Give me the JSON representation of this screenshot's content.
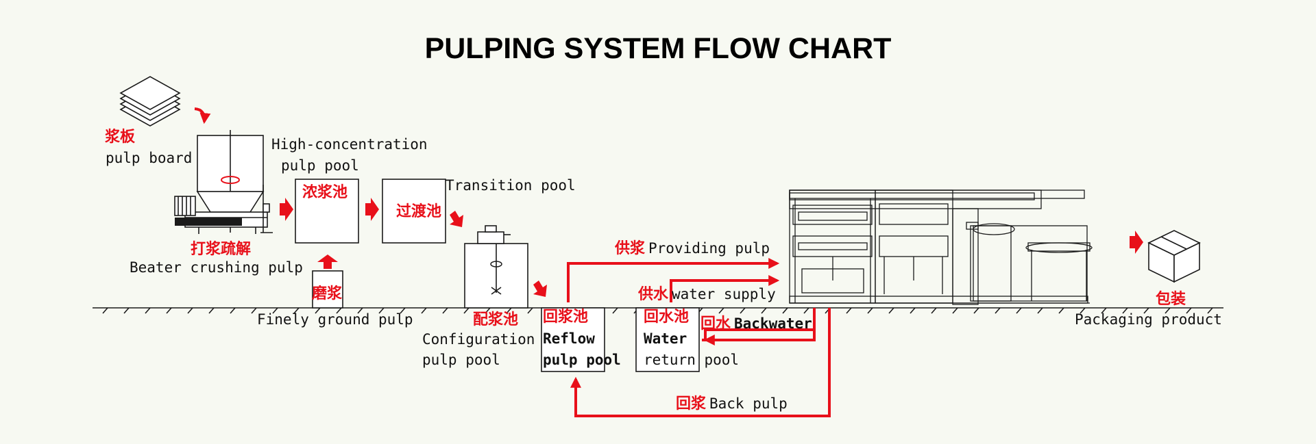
{
  "title": "PULPING SYSTEM FLOW CHART",
  "labels": {
    "pulp_board_cn": "浆板",
    "pulp_board_en": "pulp board",
    "beater_cn": "打浆疏解",
    "beater_en": "Beater crushing pulp",
    "hc_pool_cn": "浓浆池",
    "hc_pool_en1": "High-concentration",
    "hc_pool_en2": "pulp pool",
    "transition_cn": "过渡池",
    "transition_en": "Transition pool",
    "grind_cn": "磨浆",
    "grind_en": "Finely ground pulp",
    "config_cn": "配浆池",
    "config_en1": "Configuration",
    "config_en2": "pulp pool",
    "reflow_cn": "回浆池",
    "reflow_en1": "Reflow",
    "reflow_en2": "pulp pool",
    "water_return_cn": "回水池",
    "water_return_en1": "Water",
    "water_return_en2": "return pool",
    "providing_cn": "供浆",
    "providing_en": "Providing pulp",
    "supply_cn": "供水",
    "supply_en": "water supply",
    "backwater_cn": "回水",
    "backwater_en": "Backwater",
    "backpulp_cn": "回浆",
    "backpulp_en": "Back pulp",
    "packaging_cn": "包装",
    "packaging_en": "Packaging product"
  },
  "colors": {
    "accent": "#e8101a",
    "line": "#1a1a1a",
    "background": "#f7f9f2"
  }
}
